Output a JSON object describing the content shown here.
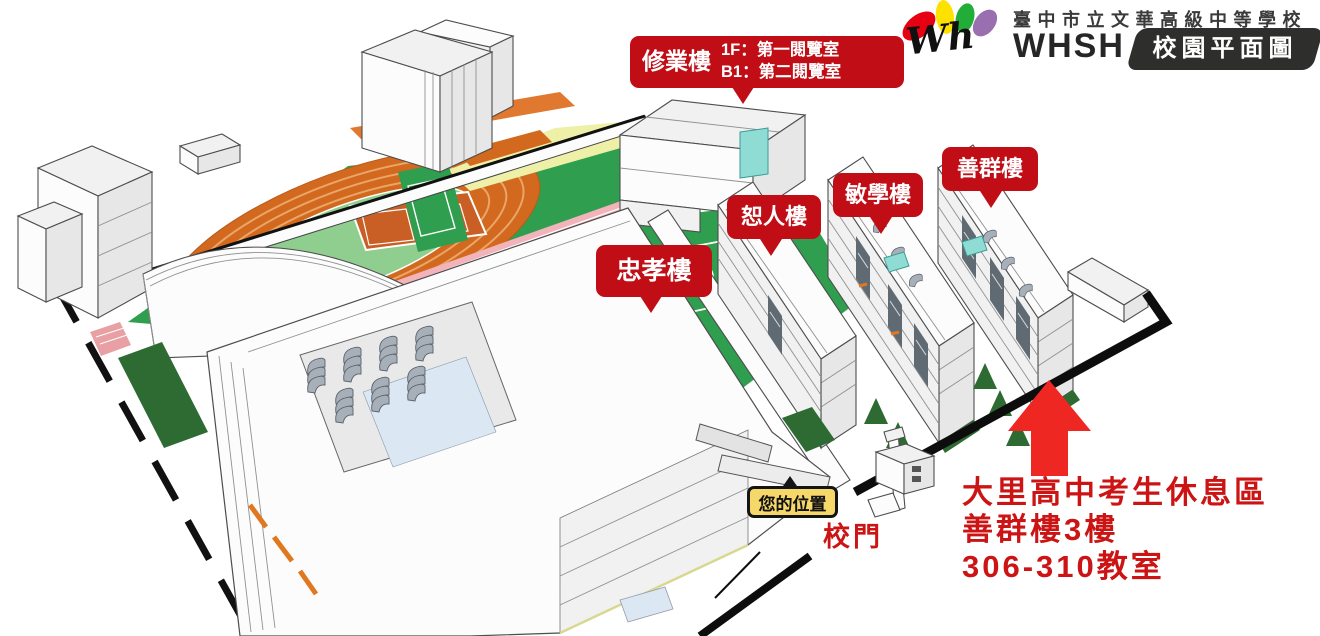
{
  "header": {
    "school_name": "臺中市立文華高級中等學校",
    "school_abbr": "WHSH",
    "logo_script": "Wh",
    "badge_label": "校園平面圖"
  },
  "bubbles": {
    "xiuye": {
      "name": "修業樓",
      "note1": "1F：第一閱覽室",
      "note2": "B1：第二閱覽室"
    },
    "zhongxiao": {
      "name": "忠孝樓"
    },
    "shuren": {
      "name": "恕人樓"
    },
    "minxue": {
      "name": "敏學樓"
    },
    "shanqun": {
      "name": "善群樓"
    }
  },
  "markers": {
    "your_location": "您的位置",
    "school_gate": "校門"
  },
  "annotation": {
    "line1": "大里高中考生休息區",
    "line2": "善群樓3樓",
    "line3": "306-310教室"
  },
  "colors": {
    "bubble_red": "#c00d16",
    "annotation_red": "#cc1414",
    "arrow_red": "#ee2723",
    "location_yellow": "#f6d76a",
    "badge_black": "#2e2e2c",
    "track_orange": "#d2691e",
    "court_orange": "#c95f25",
    "lane_line": "#e9a668",
    "infield_green": "#8fce8f",
    "field_green": "#2f9e4f",
    "dark_green": "#2e6b33",
    "lane_pink": "#f2b3ba",
    "courtyard_blue": "#dbe7f2",
    "teal_glass": "#8fdcd4",
    "petal_red": "#e60012",
    "petal_yellow": "#ffe100",
    "petal_green": "#22ac38",
    "petal_purple": "#9a6fb0",
    "boundary_black": "#111111"
  }
}
